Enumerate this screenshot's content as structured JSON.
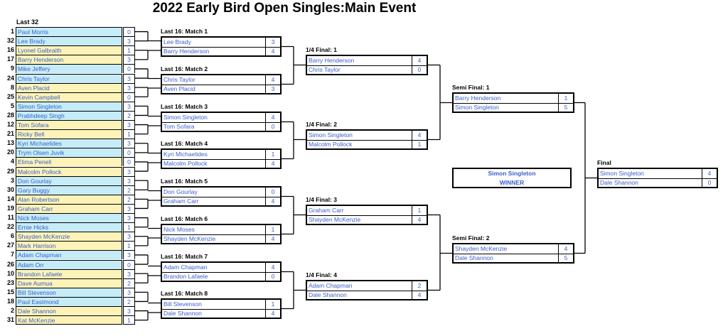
{
  "title": "2022 Early Bird Open Singles:Main Event",
  "last32": {
    "heading": "Last 32",
    "entries": [
      {
        "seed": "1",
        "name": "Paul Morris",
        "score": "0",
        "color": "blue"
      },
      {
        "seed": "32",
        "name": "Lee Brady",
        "score": "3",
        "color": "blue"
      },
      {
        "seed": "16",
        "name": "Lyonel Galbraith",
        "score": "1",
        "color": "yellow"
      },
      {
        "seed": "17",
        "name": "Barry Henderson",
        "score": "3",
        "color": "yellow"
      },
      {
        "seed": "9",
        "name": "Mike Jeffery",
        "score": "0",
        "color": "blue"
      },
      {
        "seed": "24",
        "name": "Chris Taylor",
        "score": "3",
        "color": "blue"
      },
      {
        "seed": "8",
        "name": "Aven Placid",
        "score": "3",
        "color": "yellow"
      },
      {
        "seed": "25",
        "name": "Kevin Campbell",
        "score": "0",
        "color": "yellow"
      },
      {
        "seed": "5",
        "name": "Simon Singleton",
        "score": "3",
        "color": "blue"
      },
      {
        "seed": "28",
        "name": "Prabhdeep Singh",
        "score": "2",
        "color": "blue"
      },
      {
        "seed": "12",
        "name": "Tom Sofara",
        "score": "3",
        "color": "yellow"
      },
      {
        "seed": "21",
        "name": "Ricky Bell",
        "score": "1",
        "color": "yellow"
      },
      {
        "seed": "13",
        "name": "Kyri Michaelides",
        "score": "3",
        "color": "blue"
      },
      {
        "seed": "20",
        "name": "Trym Olsen Juvik",
        "score": "0",
        "color": "blue"
      },
      {
        "seed": "4",
        "name": "Elima Peneli",
        "score": "0",
        "color": "yellow"
      },
      {
        "seed": "29",
        "name": "Malcolm Pollock",
        "score": "3",
        "color": "yellow"
      },
      {
        "seed": "3",
        "name": "Don Gourlay",
        "score": "3",
        "color": "blue"
      },
      {
        "seed": "30",
        "name": "Gary Buggy",
        "score": "2",
        "color": "blue"
      },
      {
        "seed": "14",
        "name": "Alan Robertson",
        "score": "2",
        "color": "yellow"
      },
      {
        "seed": "19",
        "name": "Graham Carr",
        "score": "3",
        "color": "yellow"
      },
      {
        "seed": "11",
        "name": "Nick Moses",
        "score": "3",
        "color": "blue"
      },
      {
        "seed": "22",
        "name": "Ernie Hicks",
        "score": "1",
        "color": "blue"
      },
      {
        "seed": "6",
        "name": "Shayden McKenzie",
        "score": "3",
        "color": "yellow"
      },
      {
        "seed": "27",
        "name": "Mark Harrison",
        "score": "1",
        "color": "yellow"
      },
      {
        "seed": "7",
        "name": "Adam Chapman",
        "score": "3",
        "color": "blue"
      },
      {
        "seed": "26",
        "name": "Adam Orr",
        "score": "0",
        "color": "blue"
      },
      {
        "seed": "10",
        "name": "Brandon Lafaele",
        "score": "3",
        "color": "yellow"
      },
      {
        "seed": "23",
        "name": "Dave Aumua",
        "score": "2",
        "color": "yellow"
      },
      {
        "seed": "15",
        "name": "Bill Stevenson",
        "score": "3",
        "color": "blue"
      },
      {
        "seed": "18",
        "name": "Paul Eastmond",
        "score": "2",
        "color": "blue"
      },
      {
        "seed": "2",
        "name": "Dale Shannon",
        "score": "3",
        "color": "yellow"
      },
      {
        "seed": "31",
        "name": "Kat McKenzie",
        "score": "1",
        "color": "yellow"
      }
    ]
  },
  "last16": [
    {
      "label": "Last 16: Match 1",
      "p1": "Lee Brady",
      "s1": "3",
      "p2": "Barry Henderson",
      "s2": "4"
    },
    {
      "label": "Last 16: Match 2",
      "p1": "Chris Taylor",
      "s1": "4",
      "p2": "Aven Placid",
      "s2": "3"
    },
    {
      "label": "Last 16: Match 3",
      "p1": "Simon Singleton",
      "s1": "4",
      "p2": "Tom Sofara",
      "s2": "0"
    },
    {
      "label": "Last 16: Match 4",
      "p1": "Kyri Michaelides",
      "s1": "1",
      "p2": "Malcolm Pollock",
      "s2": "4"
    },
    {
      "label": "Last 16: Match 5",
      "p1": "Don Gourlay",
      "s1": "0",
      "p2": "Graham Carr",
      "s2": "4"
    },
    {
      "label": "Last 16: Match 6",
      "p1": "Nick Moses",
      "s1": "1",
      "p2": "Shayden McKenzie",
      "s2": "4"
    },
    {
      "label": "Last 16: Match 7",
      "p1": "Adam Chapman",
      "s1": "4",
      "p2": "Brandon Lafaele",
      "s2": "0"
    },
    {
      "label": "Last 16: Match 8",
      "p1": "Bill Stevenson",
      "s1": "1",
      "p2": "Dale Shannon",
      "s2": "4"
    }
  ],
  "quarterfinals": [
    {
      "label": "1/4 Final: 1",
      "p1": "Barry Henderson",
      "s1": "4",
      "p2": "Chris Taylor",
      "s2": "0"
    },
    {
      "label": "1/4 Final: 2",
      "p1": "Simon Singleton",
      "s1": "4",
      "p2": "Malcolm Pollock",
      "s2": "1"
    },
    {
      "label": "1/4 Final: 3",
      "p1": "Graham Carr",
      "s1": "1",
      "p2": "Shayden McKenzie",
      "s2": "4"
    },
    {
      "label": "1/4 Final: 4",
      "p1": "Adam Chapman",
      "s1": "2",
      "p2": "Dale Shannon",
      "s2": "4"
    }
  ],
  "semifinals": [
    {
      "label": "Semi Final: 1",
      "p1": "Barry Henderson",
      "s1": "1",
      "p2": "Simon Singleton",
      "s2": "5"
    },
    {
      "label": "Semi Final: 2",
      "p1": "Shayden McKenzie",
      "s1": "4",
      "p2": "Dale Shannon",
      "s2": "5"
    }
  ],
  "final": {
    "label": "Final",
    "p1": "Simon Singleton",
    "s1": "4",
    "p2": "Dale Shannon",
    "s2": "0"
  },
  "winner": {
    "name": "Simon Singleton",
    "label": "WINNER"
  },
  "colors": {
    "name_text": "#3a5fcd",
    "blue_fill": "#c6ecf7",
    "yellow_fill": "#fdf3b8",
    "lines": "#000000"
  }
}
